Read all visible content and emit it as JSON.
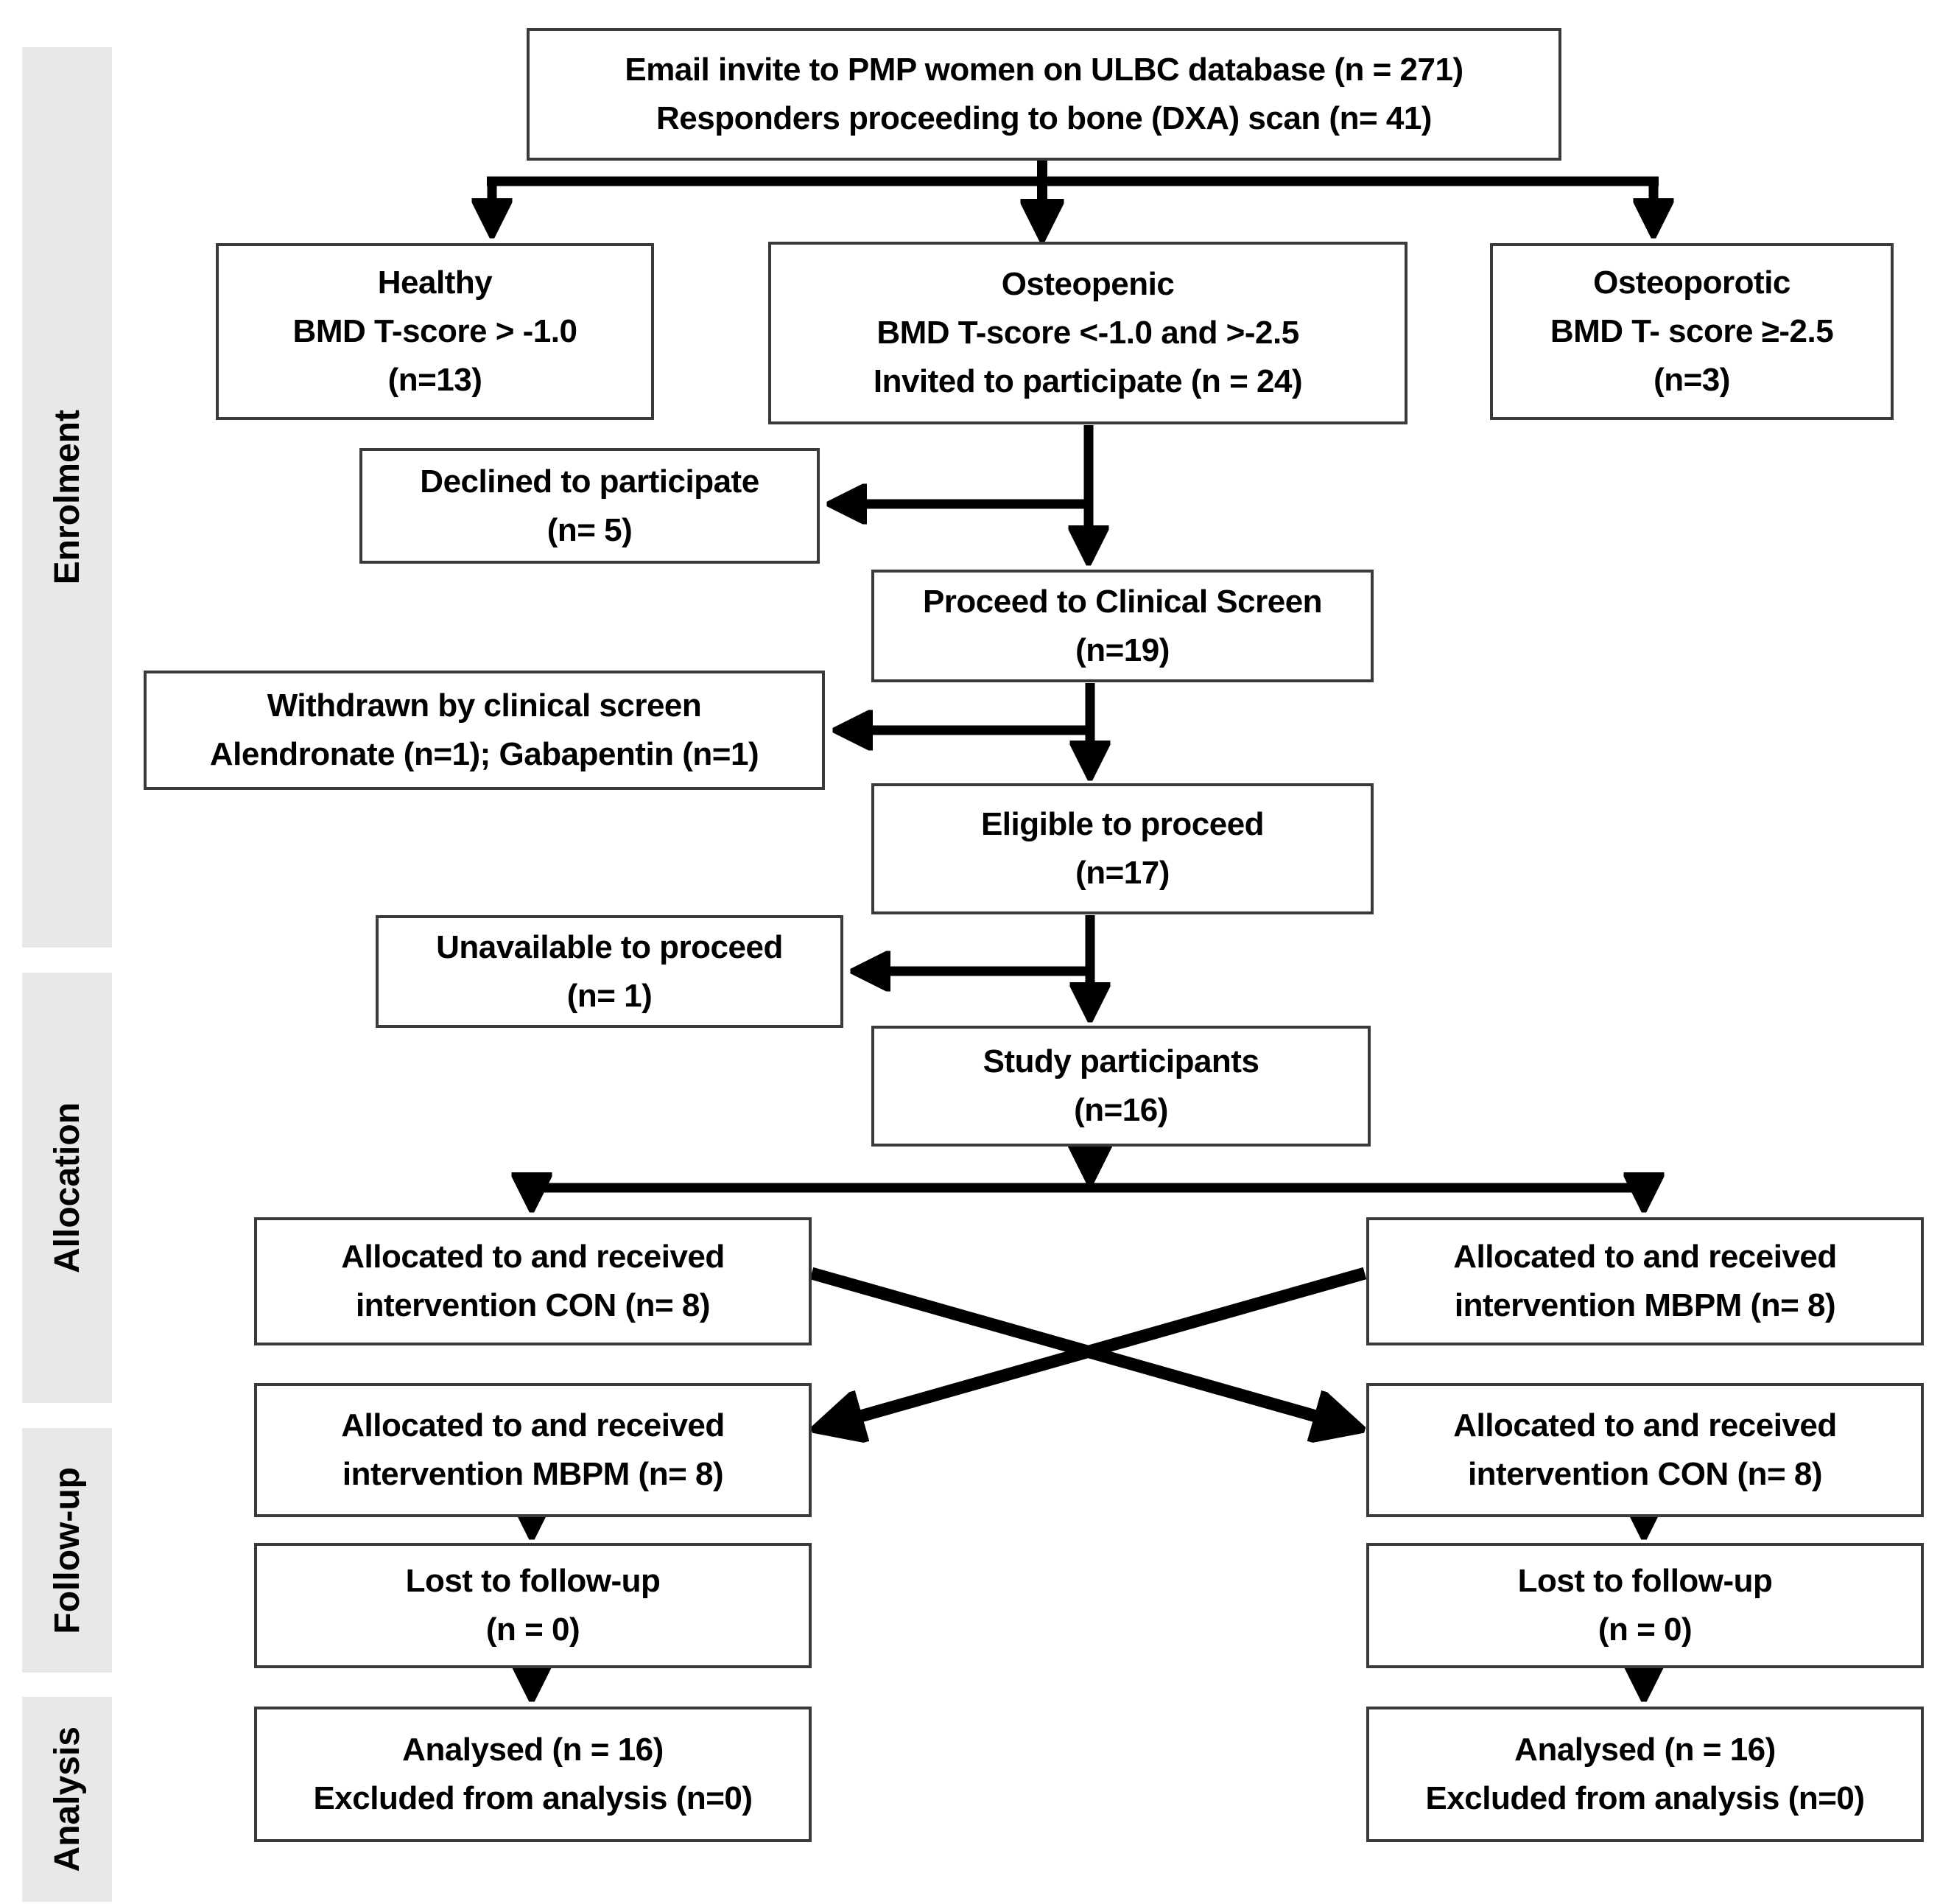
{
  "figure": {
    "kind": "participant-flow-diagram"
  },
  "colors": {
    "box_border": "#3a3a3a",
    "arrow": "#000000",
    "sidebar_bg": "#e8e8e8",
    "text": "#000000",
    "background": "#ffffff"
  },
  "sidebar": {
    "sections": [
      {
        "label": "Enrolment"
      },
      {
        "label": "Allocation"
      },
      {
        "label": "Follow-up"
      },
      {
        "label": "Analysis"
      }
    ]
  },
  "boxes": {
    "invite": {
      "lines": [
        "Email invite to PMP women on ULBC database (n = 271)",
        "Responders proceeding to bone (DXA) scan (n= 41)"
      ]
    },
    "healthy": {
      "lines": [
        "Healthy",
        "BMD T-score > -1.0",
        "(n=13)"
      ]
    },
    "osteopenic": {
      "lines": [
        "Osteopenic",
        "BMD T-score <-1.0 and >-2.5",
        "Invited to participate (n = 24)"
      ]
    },
    "osteoporotic": {
      "lines": [
        "Osteoporotic",
        "BMD T- score ≥-2.5",
        "(n=3)"
      ]
    },
    "declined": {
      "lines": [
        "Declined to participate",
        "(n= 5)"
      ]
    },
    "proceed_screen": {
      "lines": [
        "Proceed to Clinical Screen",
        "(n=19)"
      ]
    },
    "withdrawn": {
      "lines": [
        "Withdrawn by clinical screen",
        "Alendronate (n=1); Gabapentin (n=1)"
      ]
    },
    "eligible": {
      "lines": [
        "Eligible to proceed",
        "(n=17)"
      ]
    },
    "unavailable": {
      "lines": [
        "Unavailable to proceed",
        "(n= 1)"
      ]
    },
    "participants": {
      "lines": [
        "Study participants",
        "(n=16)"
      ]
    },
    "alloc_con_first": {
      "lines": [
        "Allocated to and received",
        "intervention CON (n= 8)"
      ]
    },
    "alloc_mbpm_first": {
      "lines": [
        "Allocated to and received",
        "intervention MBPM (n= 8)"
      ]
    },
    "alloc_mbpm_second": {
      "lines": [
        "Allocated to and received",
        "intervention MBPM (n= 8)"
      ]
    },
    "alloc_con_second": {
      "lines": [
        "Allocated to and received",
        "intervention CON (n= 8)"
      ]
    },
    "lost_left": {
      "lines": [
        "Lost to follow-up",
        "(n = 0)"
      ]
    },
    "lost_right": {
      "lines": [
        "Lost to follow-up",
        "(n = 0)"
      ]
    },
    "analysed_left": {
      "lines": [
        "Analysed (n = 16)",
        "Excluded from analysis (n=0)"
      ]
    },
    "analysed_right": {
      "lines": [
        "Analysed (n = 16)",
        "Excluded from analysis (n=0)"
      ]
    }
  }
}
